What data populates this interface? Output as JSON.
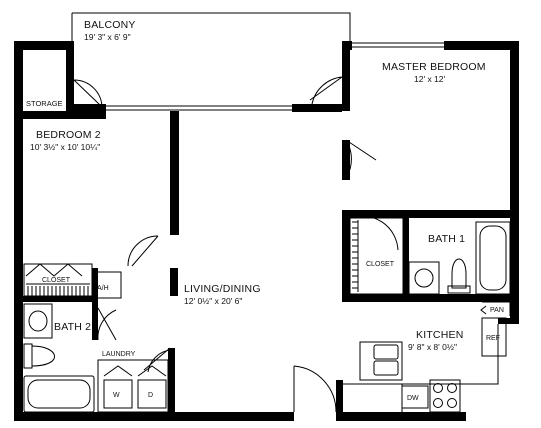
{
  "floorplan": {
    "rooms": {
      "balcony": {
        "name": "BALCONY",
        "dims": "19' 3\" x 6' 9\""
      },
      "master_bedroom": {
        "name": "MASTER BEDROOM",
        "dims": "12' x 12'"
      },
      "storage": {
        "name": "STORAGE"
      },
      "bedroom2": {
        "name": "BEDROOM 2",
        "dims": "10' 3½\" x 10' 10¼\""
      },
      "closet_bedroom2": {
        "name": "CLOSET"
      },
      "ah": {
        "name": "A/H"
      },
      "bath2": {
        "name": "BATH 2"
      },
      "laundry": {
        "name": "LAUNDRY"
      },
      "washer": {
        "name": "W"
      },
      "dryer": {
        "name": "D"
      },
      "living_dining": {
        "name": "LIVING/DINING",
        "dims": "12' 0½\" x 20' 6\""
      },
      "bath1": {
        "name": "BATH 1"
      },
      "closet_master": {
        "name": "CLOSET"
      },
      "pan": {
        "name": "PAN"
      },
      "kitchen": {
        "name": "KITCHEN",
        "dims": "9' 8\" x 8' 0½\""
      },
      "ref": {
        "name": "REF"
      },
      "dw": {
        "name": "DW"
      }
    },
    "wall_color": "#000000",
    "background": "#ffffff"
  }
}
